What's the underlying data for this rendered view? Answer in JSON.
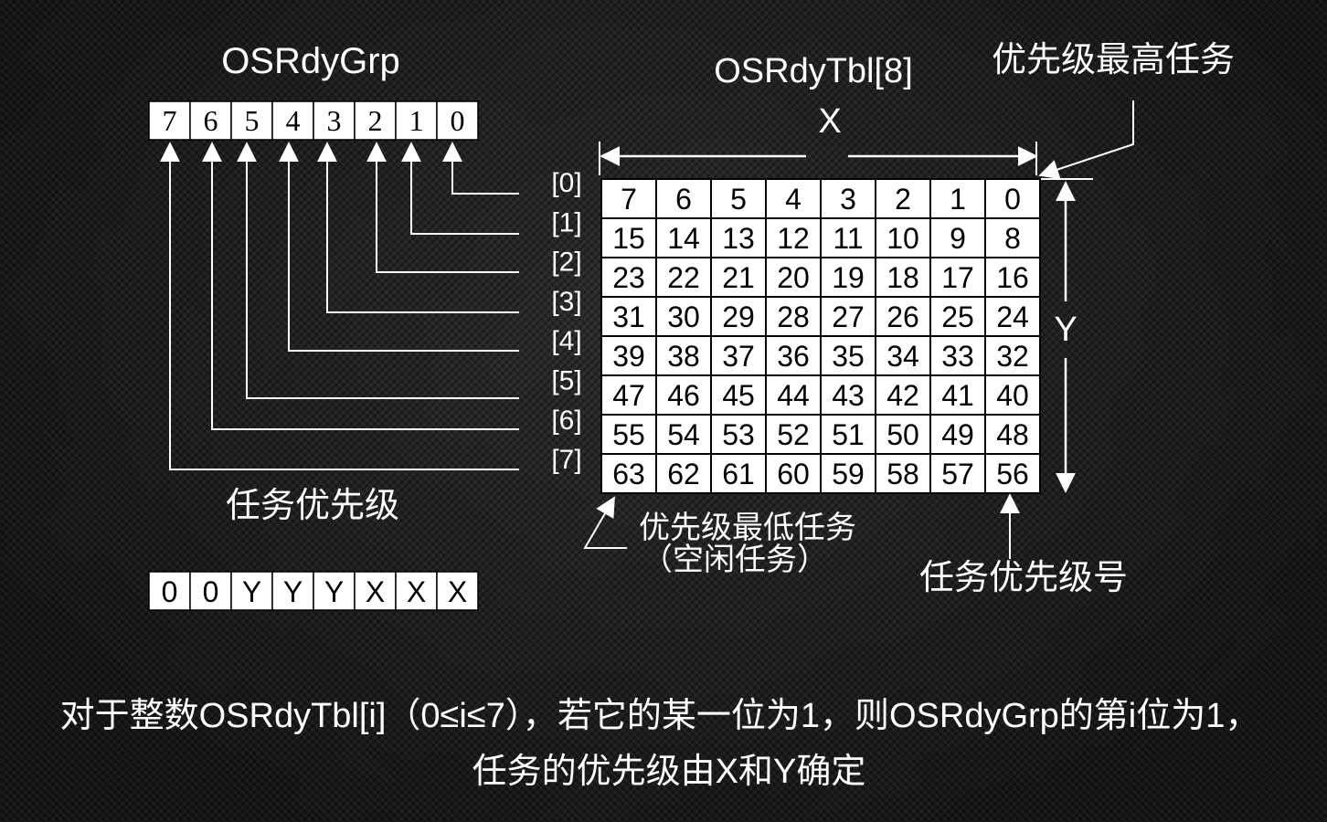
{
  "grp": {
    "title": "OSRdyGrp",
    "bits": [
      "7",
      "6",
      "5",
      "4",
      "3",
      "2",
      "1",
      "0"
    ]
  },
  "tbl": {
    "title": "OSRdyTbl[8]",
    "x_label": "X",
    "y_label": "Y",
    "row_labels": [
      "[0]",
      "[1]",
      "[2]",
      "[3]",
      "[4]",
      "[5]",
      "[6]",
      "[7]"
    ],
    "rows": [
      [
        "7",
        "6",
        "5",
        "4",
        "3",
        "2",
        "1",
        "0"
      ],
      [
        "15",
        "14",
        "13",
        "12",
        "11",
        "10",
        "9",
        "8"
      ],
      [
        "23",
        "22",
        "21",
        "20",
        "19",
        "18",
        "17",
        "16"
      ],
      [
        "31",
        "30",
        "29",
        "28",
        "27",
        "26",
        "25",
        "24"
      ],
      [
        "39",
        "38",
        "37",
        "36",
        "35",
        "34",
        "33",
        "32"
      ],
      [
        "47",
        "46",
        "45",
        "44",
        "43",
        "42",
        "41",
        "40"
      ],
      [
        "55",
        "54",
        "53",
        "52",
        "51",
        "50",
        "49",
        "48"
      ],
      [
        "63",
        "62",
        "61",
        "60",
        "59",
        "58",
        "57",
        "56"
      ]
    ]
  },
  "labels": {
    "highest": "优先级最高任务",
    "task_priority": "任务优先级",
    "lowest_line1": "优先级最低任务",
    "lowest_line2": "（空闲任务）",
    "priority_number": "任务优先级号"
  },
  "priority_bits": [
    "0",
    "0",
    "Y",
    "Y",
    "Y",
    "X",
    "X",
    "X"
  ],
  "caption": {
    "line1": "对于整数OSRdyTbl[i]（0≤i≤7），若它的某一位为1，则OSRdyGrp的第i位为1，",
    "line2": "任务的优先级由X和Y确定"
  }
}
